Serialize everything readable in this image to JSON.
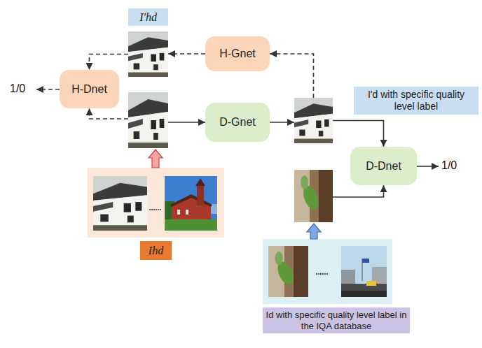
{
  "diagram": {
    "nodes": [
      {
        "text": [
          "I'hd"
        ]
      },
      {
        "text": [
          "H-Gnet"
        ]
      },
      {
        "text": [
          "H-Dnet"
        ]
      },
      {
        "text": [
          "D-Gnet"
        ]
      },
      {
        "text": [
          "I'd with specific quality level label"
        ]
      },
      {
        "text": [
          "D-Dnet"
        ]
      },
      {
        "text": [
          "Ihd"
        ]
      },
      {
        "text": [
          "Id with specific quality level label in the IQA database"
        ]
      }
    ],
    "edges": [
      {
        "from": 1,
        "to": 0,
        "arrow": "to"
      },
      {
        "from": 0,
        "to": 2,
        "arrow": "to"
      },
      {
        "from": 3,
        "to": 4,
        "arrow": "to"
      },
      {
        "from": 4,
        "to": 1,
        "arrow": "to"
      },
      {
        "from": 4,
        "to": 5,
        "arrow": "to"
      }
    ],
    "labels": [
      "1/0",
      "1/0"
    ]
  }
}
